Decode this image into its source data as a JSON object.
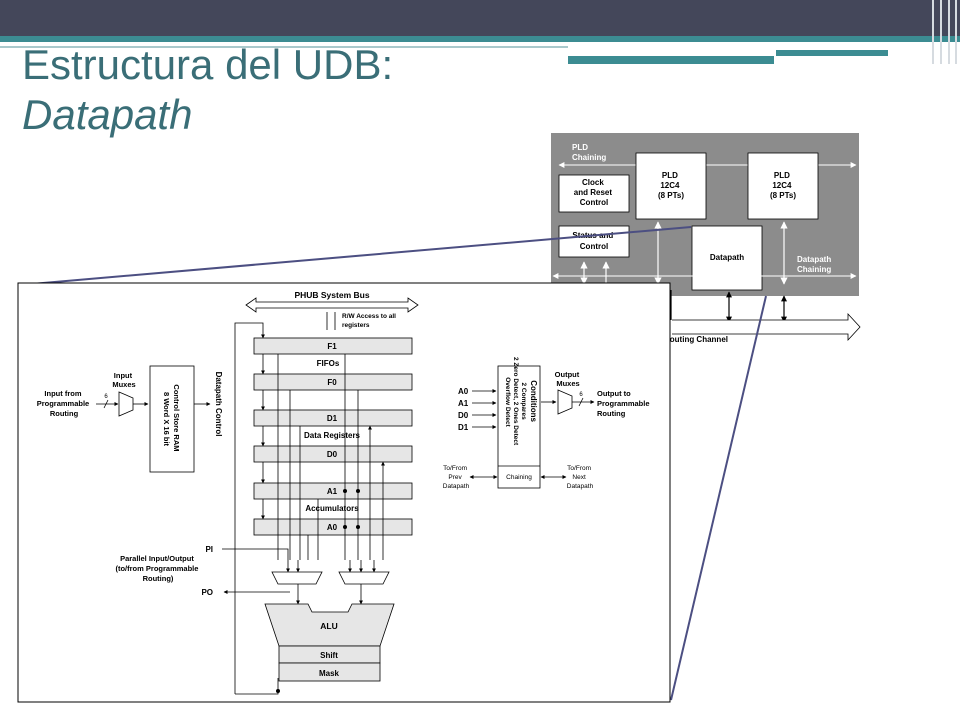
{
  "slide": {
    "title_line1": "Estructura del UDB:",
    "title_line2": "Datapath"
  },
  "udb_block": {
    "pld_chaining": [
      "PLD",
      "Chaining"
    ],
    "clock_reset": [
      "Clock",
      "and Reset",
      "Control"
    ],
    "pld_left": [
      "PLD",
      "12C4",
      "(8 PTs)"
    ],
    "pld_right": [
      "PLD",
      "12C4",
      "(8 PTs)"
    ],
    "status_control": [
      "Status and",
      "Control"
    ],
    "datapath": "Datapath",
    "datapath_chaining": [
      "Datapath",
      "Chaining"
    ],
    "routing_channel": "Routing Channel"
  },
  "datapath_diagram": {
    "phub_bus": "PHUB System Bus",
    "rw_access": [
      "R/W Access to all",
      "registers"
    ],
    "input_from": [
      "Input from",
      "Programmable",
      "Routing"
    ],
    "input_muxes": [
      "Input",
      "Muxes"
    ],
    "bus_width_in": "6",
    "control_store": [
      "Control Store RAM",
      "8 Word X 16 bit"
    ],
    "datapath_control": "Datapath Control",
    "f1": "F1",
    "fifos": "FIFOs",
    "f0": "F0",
    "d1": "D1",
    "data_registers": "Data Registers",
    "d0": "D0",
    "a1": "A1",
    "accumulators": "Accumulators",
    "a0": "A0",
    "pi": "PI",
    "parallel_io": [
      "Parallel Input/Output",
      "(to/from Programmable",
      "Routing)"
    ],
    "po": "PO",
    "alu": "ALU",
    "shift": "Shift",
    "mask": "Mask",
    "cond_inputs": [
      "A0",
      "A1",
      "D0",
      "D1"
    ],
    "conditions": [
      "Conditions",
      "2 Compares",
      "2 Zero Detect, 2 Ones Detect",
      "Overflow Detect"
    ],
    "chaining": "Chaining",
    "output_muxes": [
      "Output",
      "Muxes"
    ],
    "bus_width_out": "6",
    "output_to": [
      "Output to",
      "Programmable",
      "Routing"
    ],
    "to_from_prev": [
      "To/From",
      "Prev",
      "Datapath"
    ],
    "to_from_next": [
      "To/From",
      "Next",
      "Datapath"
    ]
  }
}
